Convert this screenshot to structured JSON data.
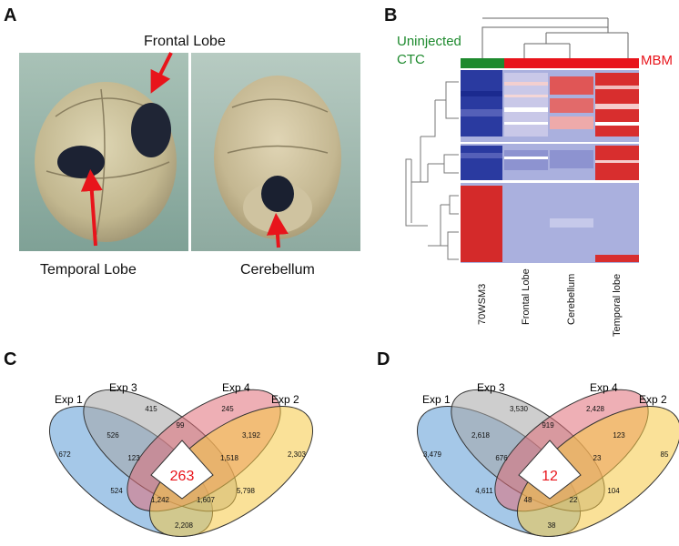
{
  "panels": {
    "A": {
      "letter": "A",
      "labels": [
        "Frontal Lobe",
        "Temporal Lobe",
        "Cerebellum"
      ]
    },
    "B": {
      "letter": "B",
      "left_group": "Uninjected\nCTC",
      "left_group_line1": "Uninjected",
      "left_group_line2": "CTC",
      "right_group": "MBM",
      "columns": [
        "70WSM3",
        "Frontal Lobe",
        "Cerebellum",
        "Temporal lobe"
      ],
      "colors": {
        "green": "#1e8a2e",
        "red": "#e8141b",
        "blue": "#1b2a8f",
        "lavender": "#aab0de",
        "red_fill": "#d42a2a"
      }
    },
    "C": {
      "letter": "C",
      "sets": [
        "Exp 1",
        "Exp 3",
        "Exp 4",
        "Exp 2"
      ],
      "values": {
        "only1": "672",
        "only3": "415",
        "only4": "245",
        "only2": "2,303",
        "e13": "526",
        "e34": "99",
        "e42": "3,192",
        "e134": "123",
        "e342": "1,518",
        "e14": "524",
        "e32": "5,798",
        "e1342": "263",
        "e142": "1,242",
        "e132": "1,607",
        "e12": "2,208"
      }
    },
    "D": {
      "letter": "D",
      "sets": [
        "Exp 1",
        "Exp 3",
        "Exp 4",
        "Exp 2"
      ],
      "values": {
        "only1": "3,479",
        "only3": "3,530",
        "only4": "2,428",
        "only2": "85",
        "e13": "2,618",
        "e34": "919",
        "e42": "123",
        "e134": "676",
        "e342": "23",
        "e14": "4,611",
        "e32": "104",
        "e1342": "12",
        "e142": "48",
        "e132": "22",
        "e12": "38"
      }
    }
  }
}
